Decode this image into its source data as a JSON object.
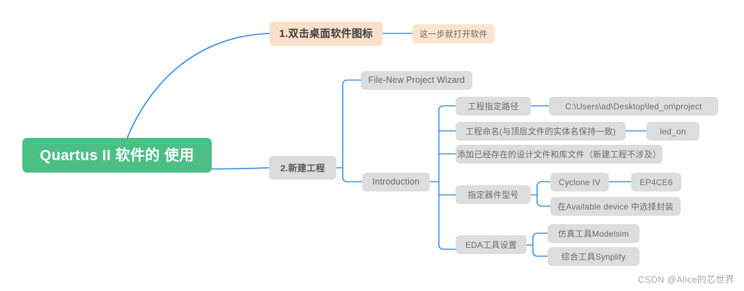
{
  "diagram": {
    "type": "mind-map",
    "title": "Quartus II 软件的 使用",
    "accent_line_color": "#3a90e0",
    "root_color": "#4cbf87",
    "branch1_color": "#fae0c8",
    "branch2_color": "#dcdcdc",
    "watermark": "CSDN @Alice的芯世界"
  },
  "root": {
    "label": "Quartus II 软件的 使用"
  },
  "branches": [
    {
      "id": "b1",
      "label": "1.双击桌面软件图标",
      "children": [
        {
          "id": "b1c1",
          "label": "这一步就打开软件",
          "children": []
        }
      ]
    },
    {
      "id": "b2",
      "label": "2.新建工程",
      "children": [
        {
          "id": "b2c1",
          "label": "File-New Project Wizard",
          "children": []
        },
        {
          "id": "b2c2",
          "label": "Introduction",
          "children": [
            {
              "id": "n1",
              "label": "工程指定路径",
              "children": [
                {
                  "id": "n1a",
                  "label": "C:\\Users\\ad\\Desktop\\led_on\\project"
                }
              ]
            },
            {
              "id": "n2",
              "label": "工程命名(与顶层文件的实体名保持一致)",
              "children": [
                {
                  "id": "n2a",
                  "label": "led_on"
                }
              ]
            },
            {
              "id": "n3",
              "label": "添加已经存在的设计文件和库文件（新建工程不涉及）",
              "children": []
            },
            {
              "id": "n4",
              "label": "指定器件型号",
              "children": [
                {
                  "id": "n4a",
                  "label": "Cyclone IV",
                  "children": [
                    {
                      "id": "n4a1",
                      "label": "EP4CE6"
                    }
                  ]
                },
                {
                  "id": "n4b",
                  "label": "在Available device 中选择封装"
                }
              ]
            },
            {
              "id": "n5",
              "label": "EDA工具设置",
              "children": [
                {
                  "id": "n5a",
                  "label": "仿真工具Modelsim"
                },
                {
                  "id": "n5b",
                  "label": "综合工具Synplify"
                }
              ]
            }
          ]
        }
      ]
    }
  ]
}
